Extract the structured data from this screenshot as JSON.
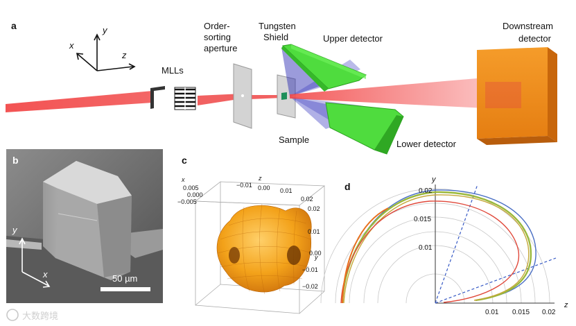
{
  "panel_a": {
    "letter": "a",
    "axes": {
      "x": "x",
      "y": "y",
      "z": "z"
    },
    "labels": {
      "mlls": "MLLs",
      "order_sorting_line1": "Order-",
      "order_sorting_line2": "sorting",
      "order_sorting_line3": "aperture",
      "tungsten_line1": "Tungsten",
      "tungsten_line2": "Shield",
      "upper_detector": "Upper detector",
      "sample": "Sample",
      "lower_detector": "Lower detector",
      "downstream_line1": "Downstream",
      "downstream_line2": "detector"
    }
  },
  "panel_b": {
    "letter": "b",
    "axes": {
      "y": "y",
      "x": "x"
    },
    "scale_bar": "50 µm"
  },
  "panel_c": {
    "letter": "c",
    "x_axis_title": "x",
    "x_ticks": [
      "0.005",
      "0.000",
      "−0.005"
    ],
    "z_axis_title": "z",
    "z_ticks": [
      "−0.01",
      "0.00",
      "0.01",
      "0.02"
    ],
    "y_axis_title": "y",
    "y_ticks": [
      "0.02",
      "0.01",
      "0.00",
      "−0.01",
      "−0.02"
    ]
  },
  "panel_d": {
    "letter": "d",
    "y_axis_title": "y",
    "z_axis_title": "z",
    "y_ticks": [
      "0.02",
      "0.015",
      "0.01"
    ],
    "z_ticks": [
      "0.01",
      "0.015",
      "0.02"
    ],
    "colors": {
      "orange": "#e8701e",
      "red": "#e0483a",
      "green": "#9ab83a",
      "blue": "#4a6fc4"
    }
  },
  "watermark": "大数跨境"
}
